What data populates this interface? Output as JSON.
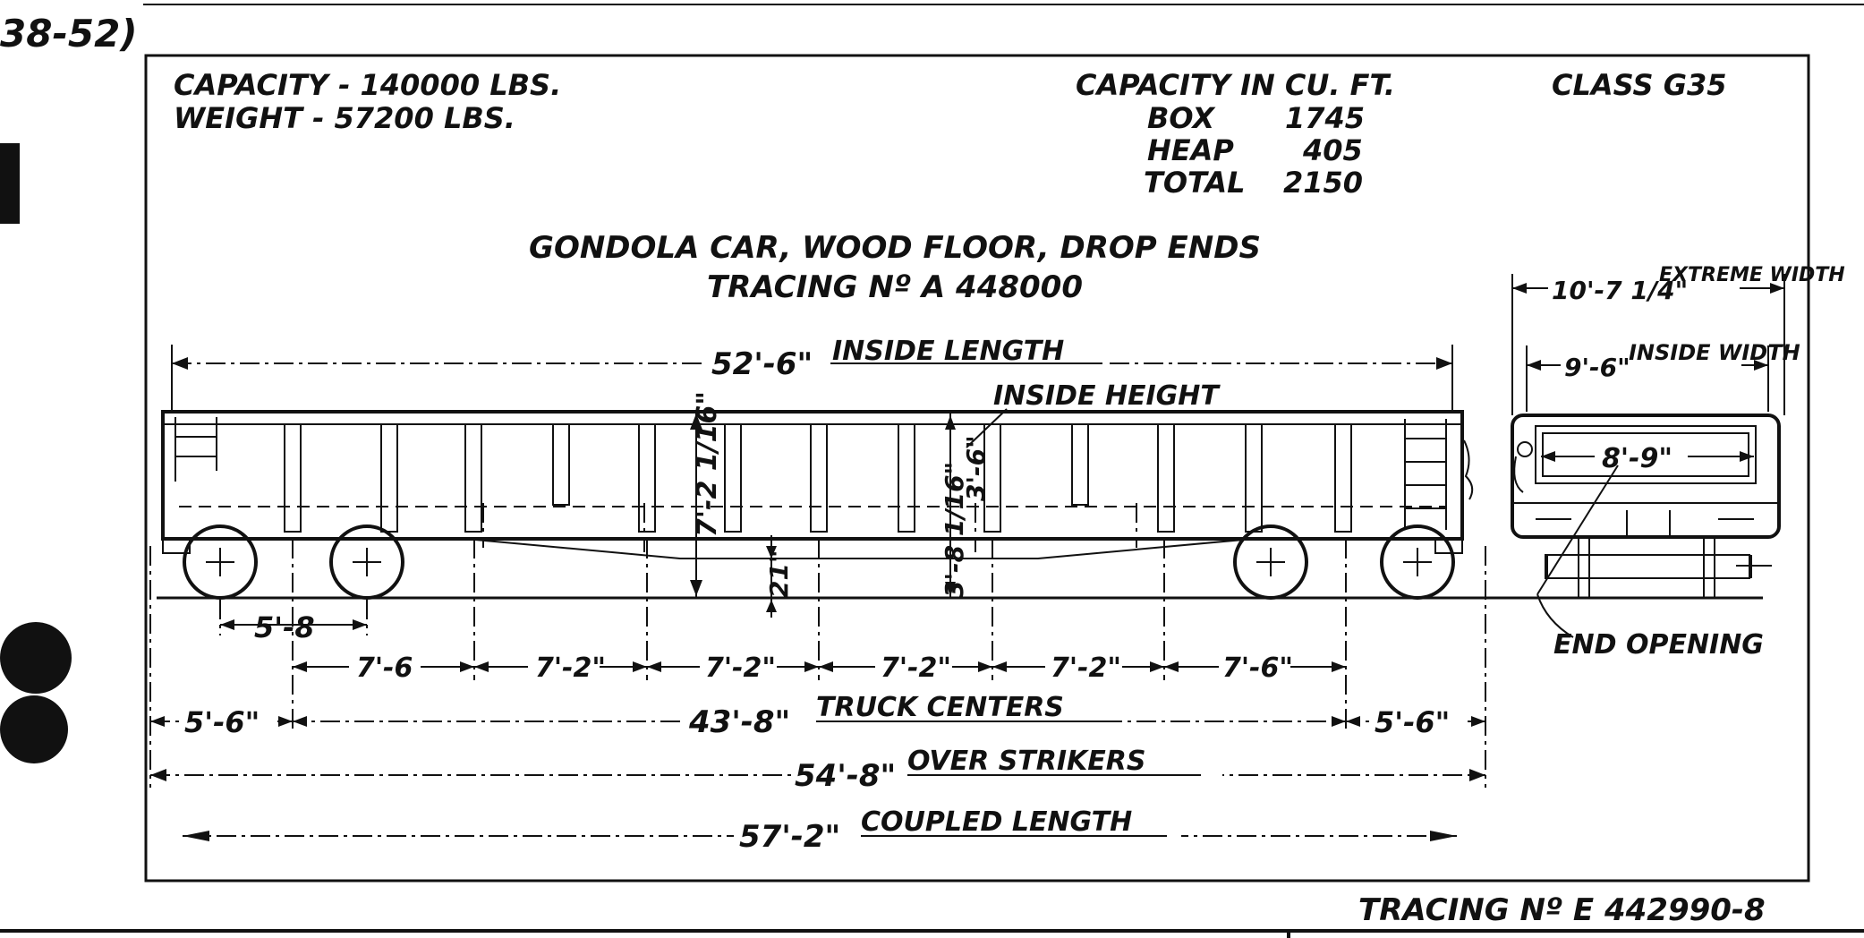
{
  "corner_note": "38-52)",
  "header": {
    "capacity": "CAPACITY - 140000 LBS.",
    "weight": "WEIGHT - 57200 LBS.",
    "cu_ft_title": "CAPACITY IN CU. FT.",
    "box_label": "BOX",
    "box_value": "1745",
    "heap_label": "HEAP",
    "heap_value": "405",
    "total_label": "TOTAL",
    "total_value": "2150",
    "class": "CLASS G35"
  },
  "title": {
    "line1": "GONDOLA CAR, WOOD FLOOR, DROP ENDS",
    "line2": "TRACING Nº A 448000"
  },
  "side_dims": {
    "inside_length_value": "52'-6\"",
    "inside_length_label": "INSIDE LENGTH",
    "inside_height_label": "INSIDE HEIGHT",
    "height_center": "7'-2 1/16\"",
    "height_inside": "3'-6\"",
    "height_drop": "3'-8 1/16\"",
    "underframe_depth": "21\"",
    "wheelbase": "5'-8",
    "post_spacing": [
      "7'-6",
      "7'-2\"",
      "7'-2\"",
      "7'-2\"",
      "7'-2\"",
      "7'-6\""
    ],
    "end_overhang_left": "5'-6\"",
    "truck_centers_value": "43'-8\"",
    "truck_centers_label": "TRUCK CENTERS",
    "end_overhang_right": "5'-6\"",
    "over_strikers_value": "54'-8\"",
    "over_strikers_label": "OVER STRIKERS",
    "coupled_length_value": "57'-2\"",
    "coupled_length_label": "COUPLED LENGTH"
  },
  "end_dims": {
    "extreme_width_value": "10'-7 1/4\"",
    "extreme_width_label": "EXTREME WIDTH",
    "inside_width_value": "9'-6\"",
    "inside_width_label": "INSIDE WIDTH",
    "opening_value": "8'-9\"",
    "opening_label": "END OPENING"
  },
  "footer": {
    "tracing": "TRACING Nº E 442990-8"
  }
}
